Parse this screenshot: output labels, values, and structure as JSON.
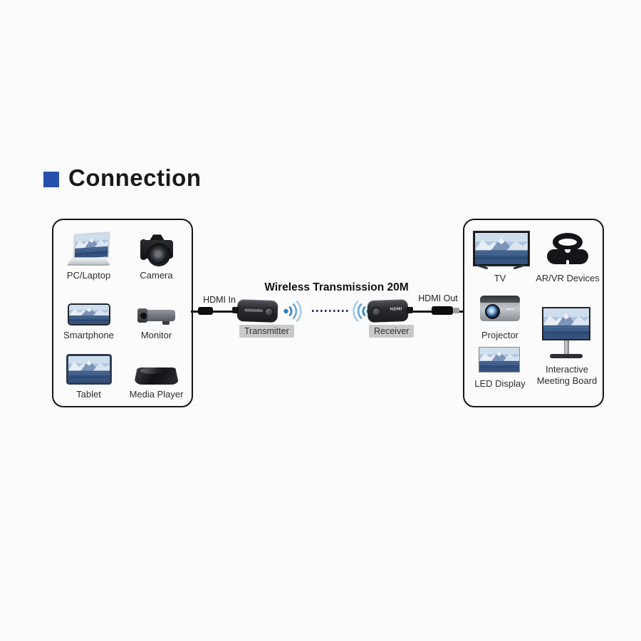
{
  "title": {
    "text": "Connection"
  },
  "colors": {
    "accent": "#2750ad",
    "background": "#fbfbfb",
    "box_border": "#161616",
    "tag_background": "#c9c9c9",
    "wifi_inner": "#2e7fc2",
    "wifi_mid": "#63a5d8",
    "wifi_outer": "#a6cbe8",
    "dotted_line": "#25355f"
  },
  "left_box": {
    "items": [
      {
        "label": "PC/Laptop",
        "icon": "laptop-icon"
      },
      {
        "label": "Camera",
        "icon": "camera-icon"
      },
      {
        "label": "Smartphone",
        "icon": "smartphone-icon"
      },
      {
        "label": "Monitor",
        "icon": "security-camera-icon"
      },
      {
        "label": "Tablet",
        "icon": "tablet-icon"
      },
      {
        "label": "Media Player",
        "icon": "media-player-icon"
      }
    ]
  },
  "middle": {
    "heading": "Wireless Transmission 20M",
    "hdmi_in_label": "HDMI In",
    "hdmi_out_label": "HDMI Out",
    "transmitter_tag": "Transmitter",
    "receiver_tag": "Receiver",
    "receiver_device_text": "HDMI"
  },
  "right_box": {
    "items": [
      {
        "label": "TV",
        "icon": "tv-icon"
      },
      {
        "label": "AR/VR Devices",
        "icon": "vr-headset-icon"
      },
      {
        "label": "Projector",
        "icon": "projector-icon"
      },
      {
        "label": "Interactive Meeting Board",
        "icon": "meeting-board-icon"
      },
      {
        "label": "LED Display",
        "icon": "led-display-icon"
      }
    ]
  }
}
